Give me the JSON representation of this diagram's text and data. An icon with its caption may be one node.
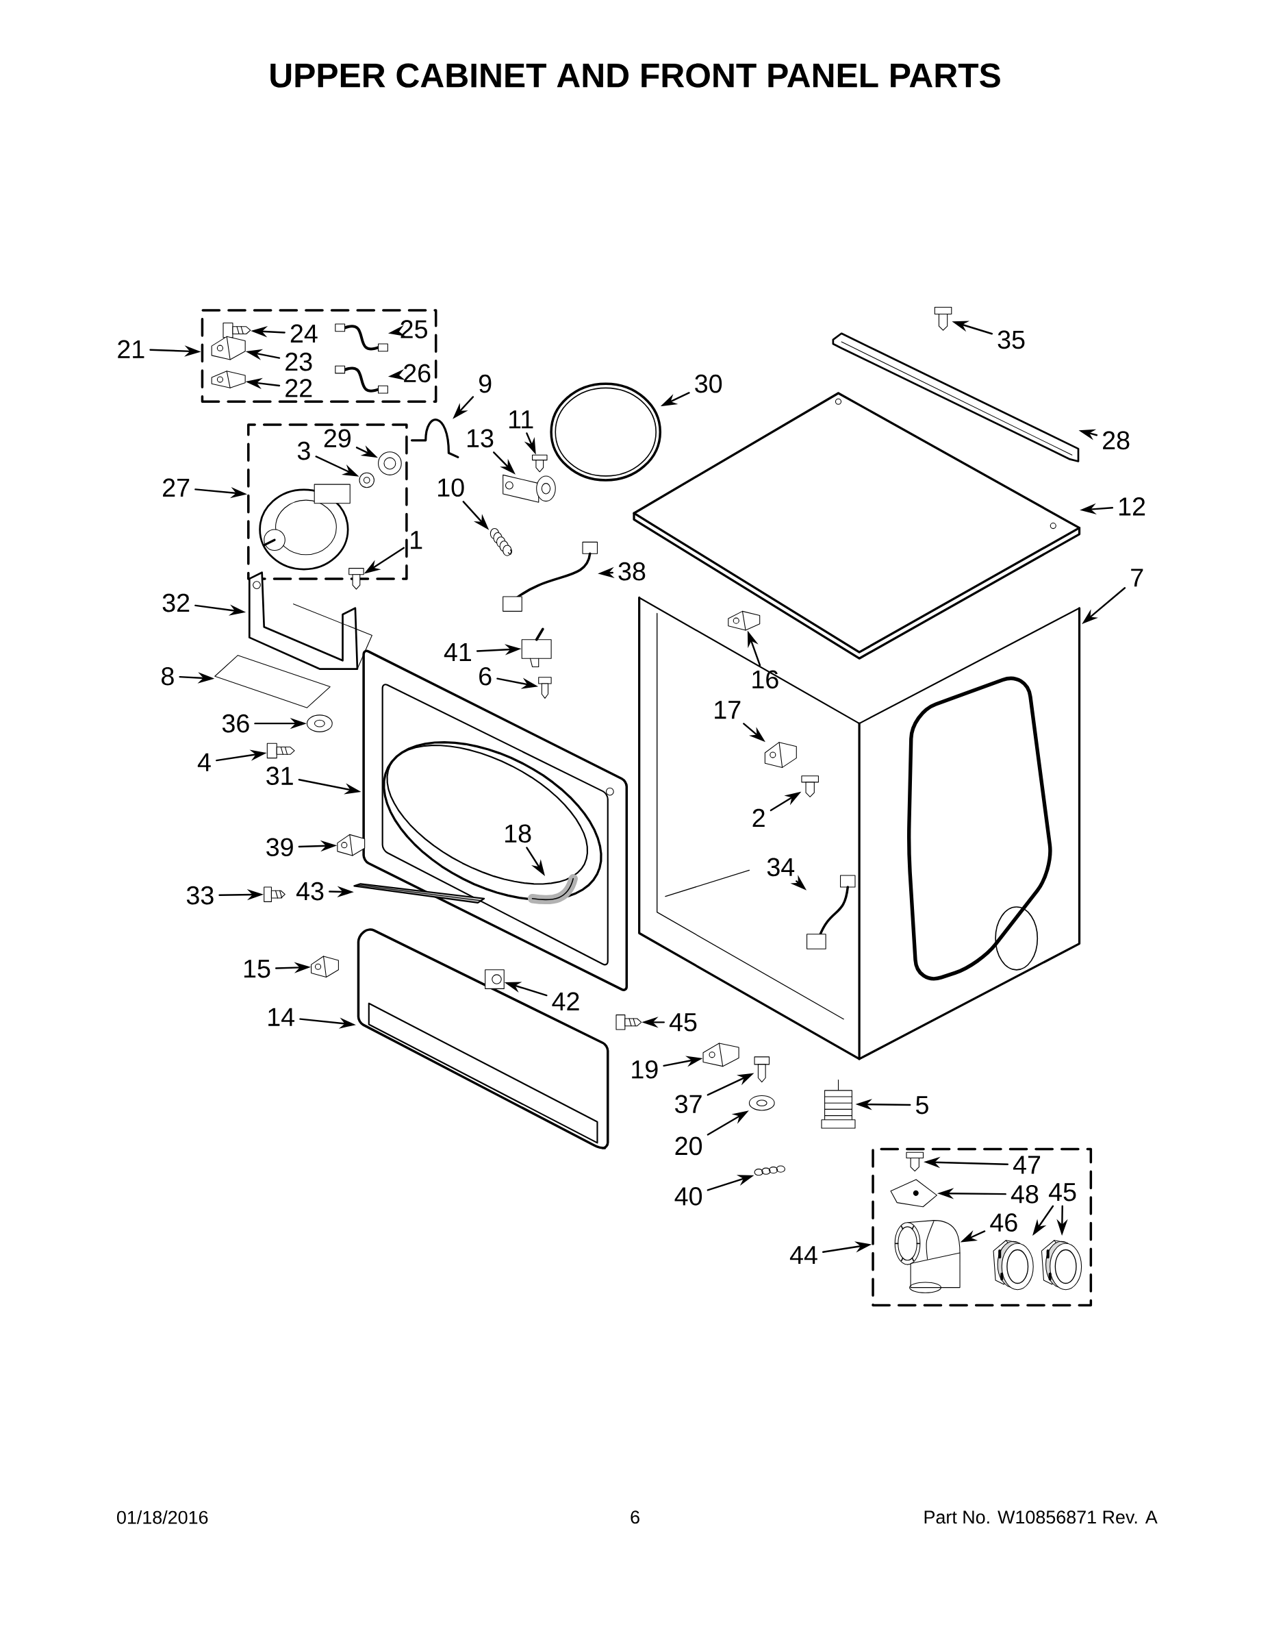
{
  "diagram": {
    "title": "UPPER CABINET AND FRONT PANEL PARTS",
    "nodes": [
      {
        "text": [],
        "shape": "box"
      },
      {
        "text": [
          "21"
        ]
      },
      {
        "text": [
          "24"
        ],
        "in": 0
      },
      {
        "text": [],
        "shape": "picture",
        "in": 0
      },
      {
        "text": [
          "25"
        ],
        "in": 0
      },
      {
        "text": [],
        "shape": "picture",
        "in": 0
      },
      {
        "text": [
          "23"
        ],
        "in": 0
      },
      {
        "text": [],
        "shape": "picture",
        "in": 0
      },
      {
        "text": [
          "22"
        ],
        "in": 0
      },
      {
        "text": [],
        "shape": "picture",
        "in": 0
      },
      {
        "text": [
          "26"
        ],
        "in": 0
      },
      {
        "text": [],
        "shape": "picture",
        "in": 0
      },
      {
        "text": [
          "9"
        ]
      },
      {
        "text": [],
        "shape": "picture"
      },
      {
        "text": [
          "30"
        ]
      },
      {
        "text": [],
        "shape": "picture"
      },
      {
        "text": [
          "35"
        ]
      },
      {
        "text": [],
        "shape": "picture"
      },
      {
        "text": [
          "28"
        ]
      },
      {
        "text": [],
        "shape": "picture"
      },
      {
        "text": [],
        "shape": "box"
      },
      {
        "text": [
          "27"
        ]
      },
      {
        "text": [
          "29"
        ],
        "in": 20
      },
      {
        "text": [],
        "shape": "picture",
        "in": 20
      },
      {
        "text": [
          "3"
        ],
        "in": 20
      },
      {
        "text": [],
        "shape": "picture",
        "in": 20
      },
      {
        "text": [
          "11"
        ]
      },
      {
        "text": [],
        "shape": "picture"
      },
      {
        "text": [
          "13"
        ]
      },
      {
        "text": [],
        "shape": "picture"
      },
      {
        "text": [
          "10"
        ]
      },
      {
        "text": [],
        "shape": "picture"
      },
      {
        "text": [
          "12"
        ]
      },
      {
        "text": [],
        "shape": "picture"
      },
      {
        "text": [
          "7"
        ]
      },
      {
        "text": [],
        "shape": "picture"
      },
      {
        "text": [
          "38"
        ]
      },
      {
        "text": [],
        "shape": "picture"
      },
      {
        "text": [
          "32"
        ]
      },
      {
        "text": [],
        "shape": "picture"
      },
      {
        "text": [
          "41"
        ]
      },
      {
        "text": [],
        "shape": "picture"
      },
      {
        "text": [
          "6"
        ]
      },
      {
        "text": [],
        "shape": "picture"
      },
      {
        "text": [
          "16"
        ],
        "in": 35
      },
      {
        "text": [],
        "shape": "picture",
        "in": 35
      },
      {
        "text": [
          "8"
        ]
      },
      {
        "text": [],
        "shape": "picture"
      },
      {
        "text": [
          "17"
        ],
        "in": 35
      },
      {
        "text": [],
        "shape": "picture",
        "in": 35
      },
      {
        "text": [
          "36"
        ]
      },
      {
        "text": [],
        "shape": "picture"
      },
      {
        "text": [
          "4"
        ]
      },
      {
        "text": [],
        "shape": "picture"
      },
      {
        "text": [
          "31"
        ]
      },
      {
        "text": [],
        "shape": "picture"
      },
      {
        "text": [
          "2"
        ],
        "in": 35
      },
      {
        "text": [],
        "shape": "picture",
        "in": 35
      },
      {
        "text": [
          "39"
        ]
      },
      {
        "text": [],
        "shape": "picture"
      },
      {
        "text": [
          "18"
        ],
        "in": 55
      },
      {
        "text": [],
        "shape": "picture",
        "in": 55
      },
      {
        "text": [
          "34"
        ],
        "in": 35
      },
      {
        "text": [],
        "shape": "picture",
        "in": 35
      },
      {
        "text": [
          "33"
        ]
      },
      {
        "text": [],
        "shape": "picture"
      },
      {
        "text": [
          "43"
        ]
      },
      {
        "text": [],
        "shape": "picture"
      },
      {
        "text": [
          "15"
        ]
      },
      {
        "text": [],
        "shape": "picture"
      },
      {
        "text": [
          "14"
        ]
      },
      {
        "text": [],
        "shape": "picture"
      },
      {
        "text": [
          "42"
        ]
      },
      {
        "text": [],
        "shape": "picture"
      },
      {
        "text": [
          "45"
        ],
        "in": 35
      },
      {
        "text": [],
        "shape": "picture"
      },
      {
        "text": [
          "19"
        ]
      },
      {
        "text": [],
        "shape": "picture"
      },
      {
        "text": [
          "37"
        ]
      },
      {
        "text": [],
        "shape": "picture"
      },
      {
        "text": [
          "5"
        ]
      },
      {
        "text": [],
        "shape": "picture"
      },
      {
        "text": [
          "20"
        ]
      },
      {
        "text": [],
        "shape": "picture"
      },
      {
        "text": [
          "40"
        ]
      },
      {
        "text": [],
        "shape": "picture"
      },
      {
        "text": [],
        "shape": "box"
      },
      {
        "text": [
          "44"
        ]
      },
      {
        "text": [
          "47"
        ],
        "in": 86
      },
      {
        "text": [],
        "shape": "picture",
        "in": 86
      },
      {
        "text": [
          "48"
        ],
        "in": 86
      },
      {
        "text": [],
        "shape": "picture",
        "in": 86
      },
      {
        "text": [
          "46"
        ],
        "in": 86
      },
      {
        "text": [],
        "shape": "picture",
        "in": 86
      },
      {
        "text": [
          "45"
        ],
        "in": 86
      },
      {
        "text": [],
        "shape": "picture",
        "in": 86
      },
      {
        "text": [],
        "shape": "picture",
        "in": 86
      },
      {
        "text": [
          "1"
        ]
      },
      {
        "text": [],
        "shape": "picture"
      }
    ],
    "edges": [
      {
        "from": 1,
        "to": 0,
        "arrow": "to"
      },
      {
        "from": 2,
        "to": 3,
        "arrow": "to"
      },
      {
        "from": 4,
        "to": 5,
        "arrow": "to"
      },
      {
        "from": 6,
        "to": 7,
        "arrow": "to"
      },
      {
        "from": 8,
        "to": 9,
        "arrow": "to"
      },
      {
        "from": 10,
        "to": 11,
        "arrow": "to"
      },
      {
        "from": 12,
        "to": 13,
        "arrow": "to"
      },
      {
        "from": 14,
        "to": 15,
        "arrow": "to"
      },
      {
        "from": 16,
        "to": 17,
        "arrow": "to"
      },
      {
        "from": 18,
        "to": 19,
        "arrow": "to"
      },
      {
        "from": 21,
        "to": 20,
        "arrow": "to"
      },
      {
        "from": 22,
        "to": 23,
        "arrow": "to"
      },
      {
        "from": 24,
        "to": 25,
        "arrow": "to"
      },
      {
        "from": 26,
        "to": 27,
        "arrow": "to"
      },
      {
        "from": 28,
        "to": 29,
        "arrow": "to"
      },
      {
        "from": 30,
        "to": 31,
        "arrow": "to"
      },
      {
        "from": 32,
        "to": 33,
        "arrow": "to"
      },
      {
        "from": 34,
        "to": 35,
        "arrow": "to"
      },
      {
        "from": 36,
        "to": 37,
        "arrow": "to"
      },
      {
        "from": 38,
        "to": 39,
        "arrow": "to"
      },
      {
        "from": 40,
        "to": 41,
        "arrow": "to"
      },
      {
        "from": 42,
        "to": 43,
        "arrow": "to"
      },
      {
        "from": 44,
        "to": 45,
        "arrow": "to"
      },
      {
        "from": 46,
        "to": 47,
        "arrow": "to"
      },
      {
        "from": 48,
        "to": 49,
        "arrow": "to"
      },
      {
        "from": 50,
        "to": 51,
        "arrow": "to"
      },
      {
        "from": 52,
        "to": 53,
        "arrow": "to"
      },
      {
        "from": 54,
        "to": 55,
        "arrow": "to"
      },
      {
        "from": 56,
        "to": 57,
        "arrow": "to"
      },
      {
        "from": 58,
        "to": 59,
        "arrow": "to"
      },
      {
        "from": 60,
        "to": 61,
        "arrow": "to"
      },
      {
        "from": 62,
        "to": 63,
        "arrow": "to"
      },
      {
        "from": 64,
        "to": 65,
        "arrow": "to"
      },
      {
        "from": 66,
        "to": 67,
        "arrow": "to"
      },
      {
        "from": 68,
        "to": 69,
        "arrow": "to"
      },
      {
        "from": 70,
        "to": 71,
        "arrow": "to"
      },
      {
        "from": 72,
        "to": 73,
        "arrow": "to"
      },
      {
        "from": 74,
        "to": 75,
        "arrow": "to"
      },
      {
        "from": 76,
        "to": 77,
        "arrow": "to"
      },
      {
        "from": 78,
        "to": 79,
        "arrow": "to"
      },
      {
        "from": 80,
        "to": 81,
        "arrow": "to"
      },
      {
        "from": 82,
        "to": 83,
        "arrow": "to"
      },
      {
        "from": 84,
        "to": 85,
        "arrow": "to"
      },
      {
        "from": 87,
        "to": 86,
        "arrow": "to"
      },
      {
        "from": 88,
        "to": 89,
        "arrow": "to"
      },
      {
        "from": 90,
        "to": 91,
        "arrow": "to"
      },
      {
        "from": 92,
        "to": 93,
        "arrow": "to"
      },
      {
        "from": 94,
        "to": 95,
        "arrow": "to"
      },
      {
        "from": 94,
        "to": 96,
        "arrow": "to"
      },
      {
        "from": 97,
        "to": 98,
        "arrow": "to"
      }
    ],
    "labels": [
      "01/18/2016",
      "6",
      "Part No. W10856871 Rev. A"
    ]
  }
}
